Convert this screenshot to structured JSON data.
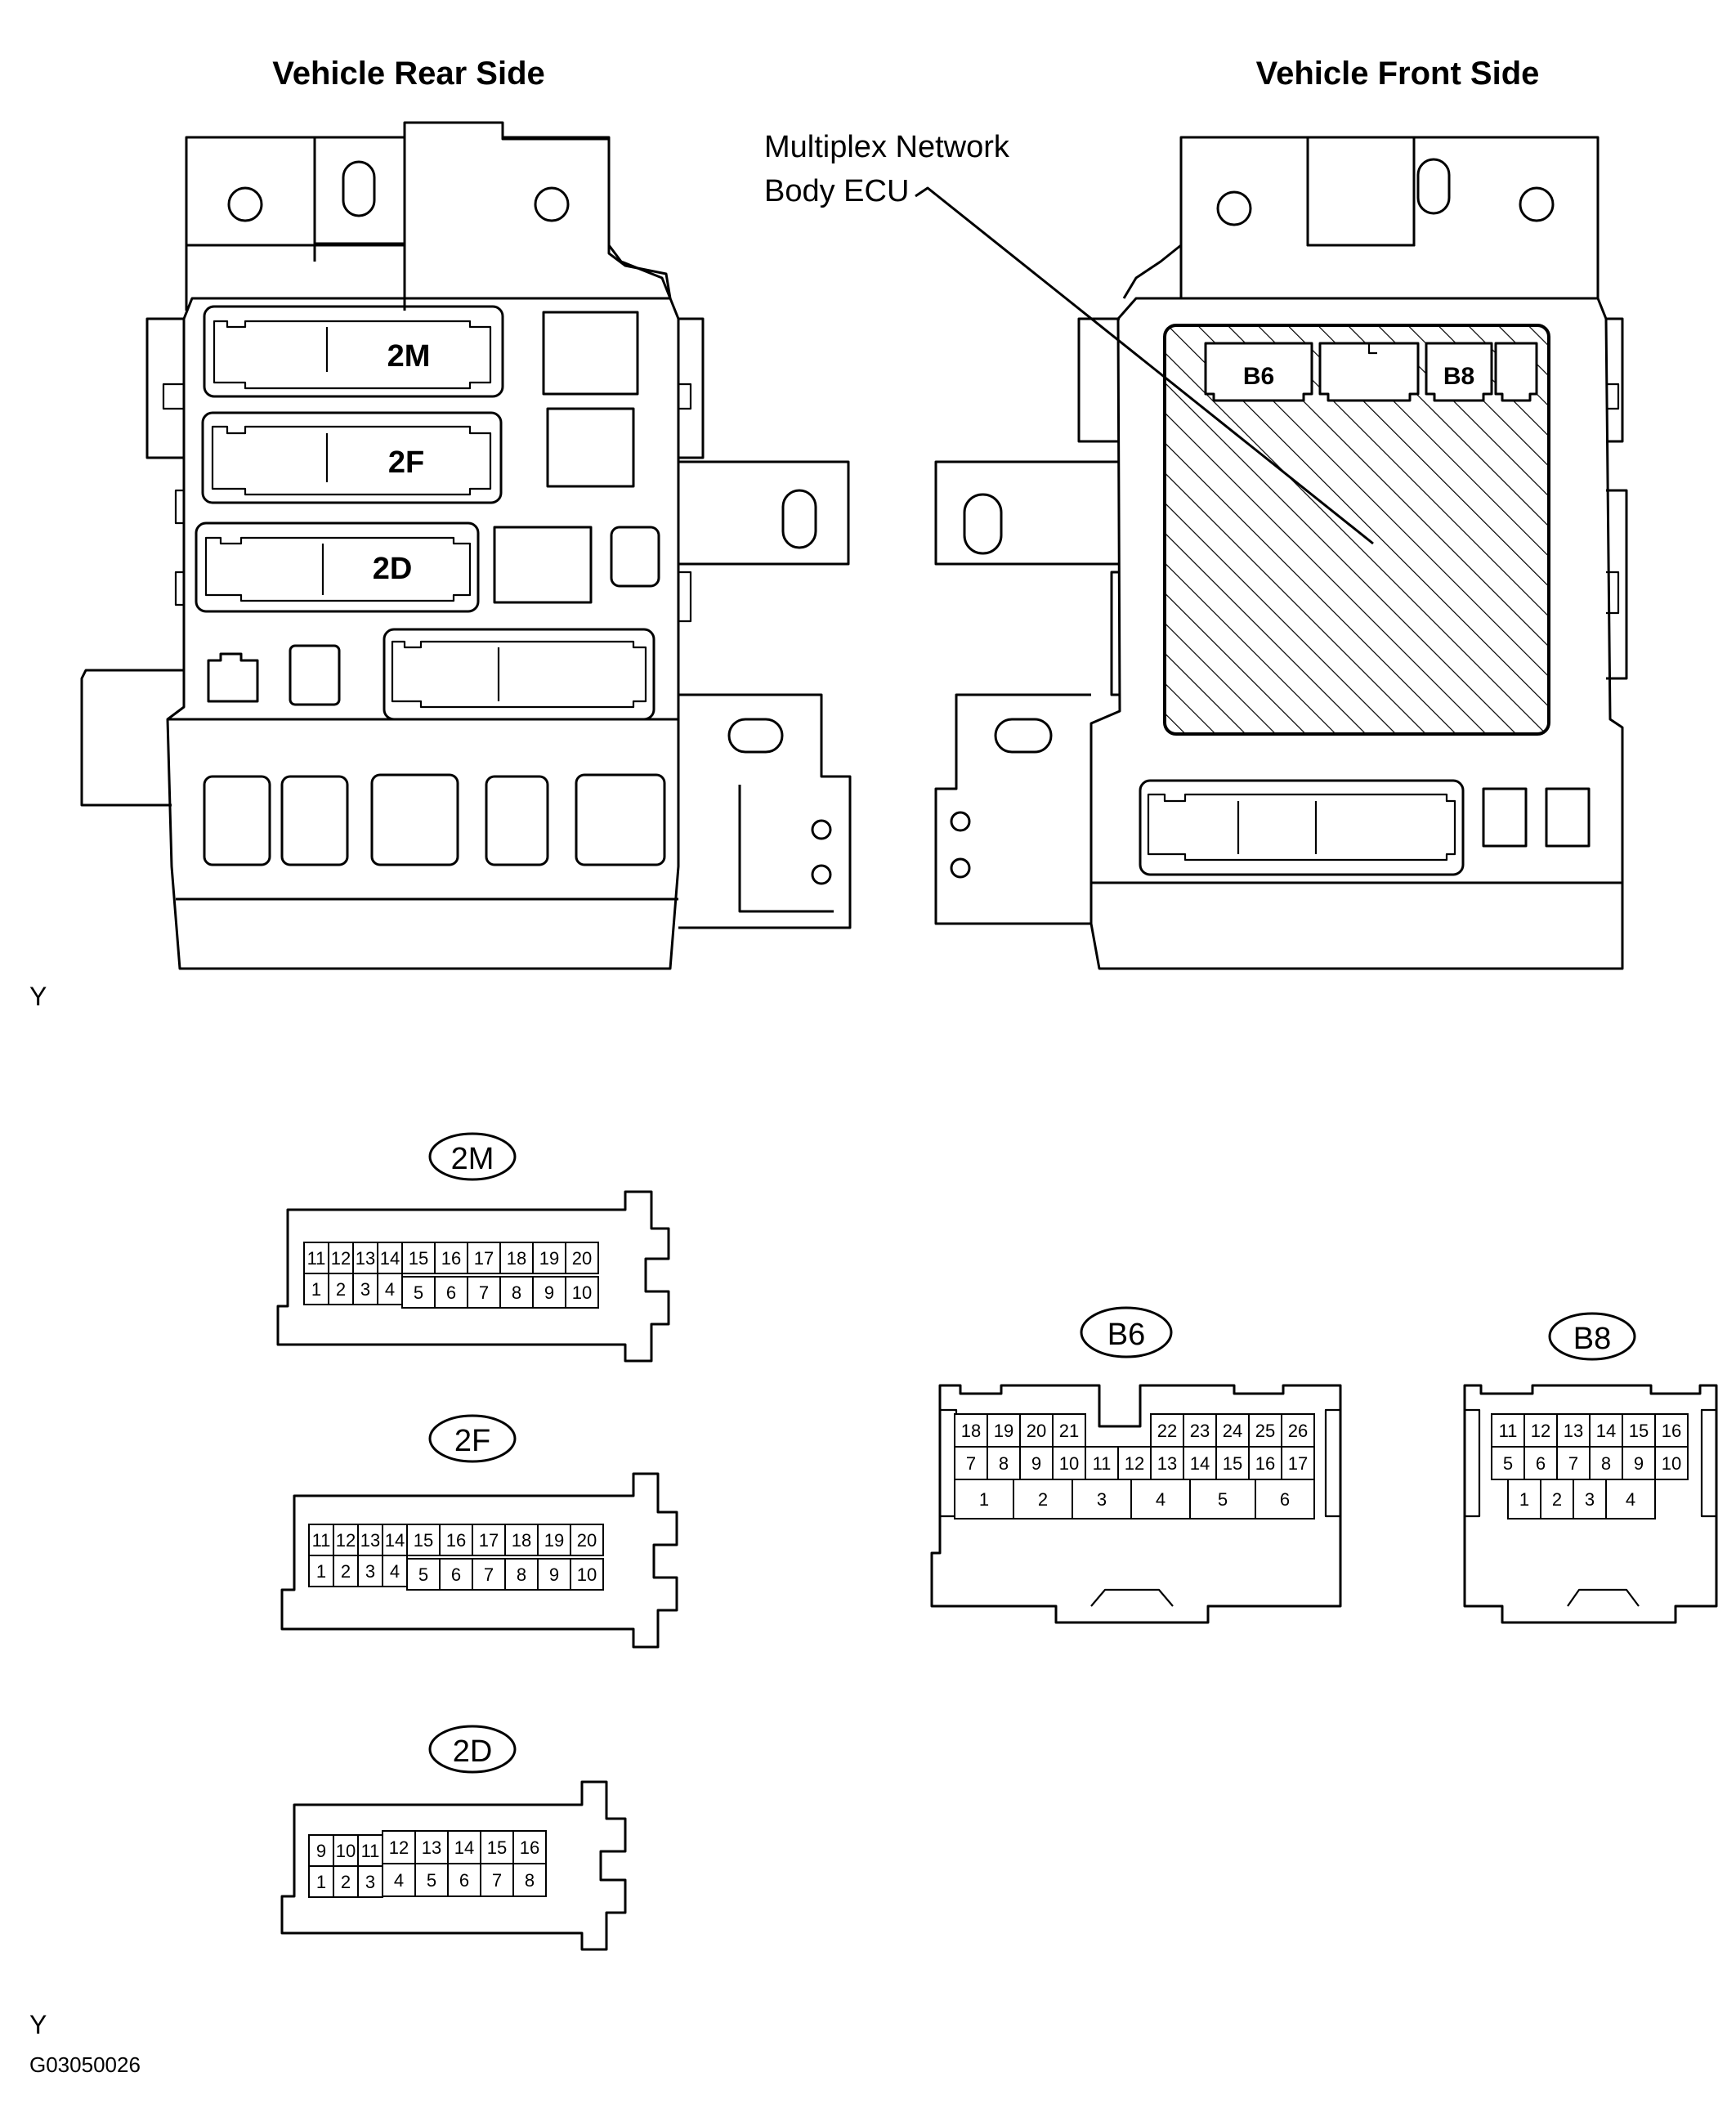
{
  "headings": {
    "rear": "Vehicle Rear Side",
    "front": "Vehicle Front Side"
  },
  "ecu_label": {
    "line1": "Multiplex Network",
    "line2": "Body ECU"
  },
  "rear_connectors": {
    "c2m": "2M",
    "c2f": "2F",
    "c2d": "2D"
  },
  "front_connectors": {
    "b6": "B6",
    "b8": "B8"
  },
  "marker_top": "Y",
  "marker_bottom": "Y",
  "figure_code": "G03050026",
  "pinouts": {
    "p2m": {
      "label": "2M",
      "top": [
        "11",
        "12",
        "13",
        "14",
        "15",
        "16",
        "17",
        "18",
        "19",
        "20"
      ],
      "bottom": [
        "1",
        "2",
        "3",
        "4",
        "5",
        "6",
        "7",
        "8",
        "9",
        "10"
      ]
    },
    "p2f": {
      "label": "2F",
      "top": [
        "11",
        "12",
        "13",
        "14",
        "15",
        "16",
        "17",
        "18",
        "19",
        "20"
      ],
      "bottom": [
        "1",
        "2",
        "3",
        "4",
        "5",
        "6",
        "7",
        "8",
        "9",
        "10"
      ]
    },
    "p2d": {
      "label": "2D",
      "top": [
        "9",
        "10",
        "11",
        "12",
        "13",
        "14",
        "15",
        "16"
      ],
      "bottom": [
        "1",
        "2",
        "3",
        "4",
        "5",
        "6",
        "7",
        "8"
      ]
    },
    "b6": {
      "label": "B6",
      "row1_left": [
        "18",
        "19",
        "20",
        "21"
      ],
      "row1_right": [
        "22",
        "23",
        "24",
        "25",
        "26"
      ],
      "row2": [
        "7",
        "8",
        "9",
        "10",
        "11",
        "12",
        "13",
        "14",
        "15",
        "16",
        "17"
      ],
      "row3": [
        "1",
        "2",
        "3",
        "4",
        "5",
        "6"
      ]
    },
    "b8": {
      "label": "B8",
      "row1": [
        "11",
        "12",
        "13",
        "14",
        "15",
        "16"
      ],
      "row2": [
        "5",
        "6",
        "7",
        "8",
        "9",
        "10"
      ],
      "row3": [
        "1",
        "2",
        "3",
        "4"
      ]
    }
  }
}
